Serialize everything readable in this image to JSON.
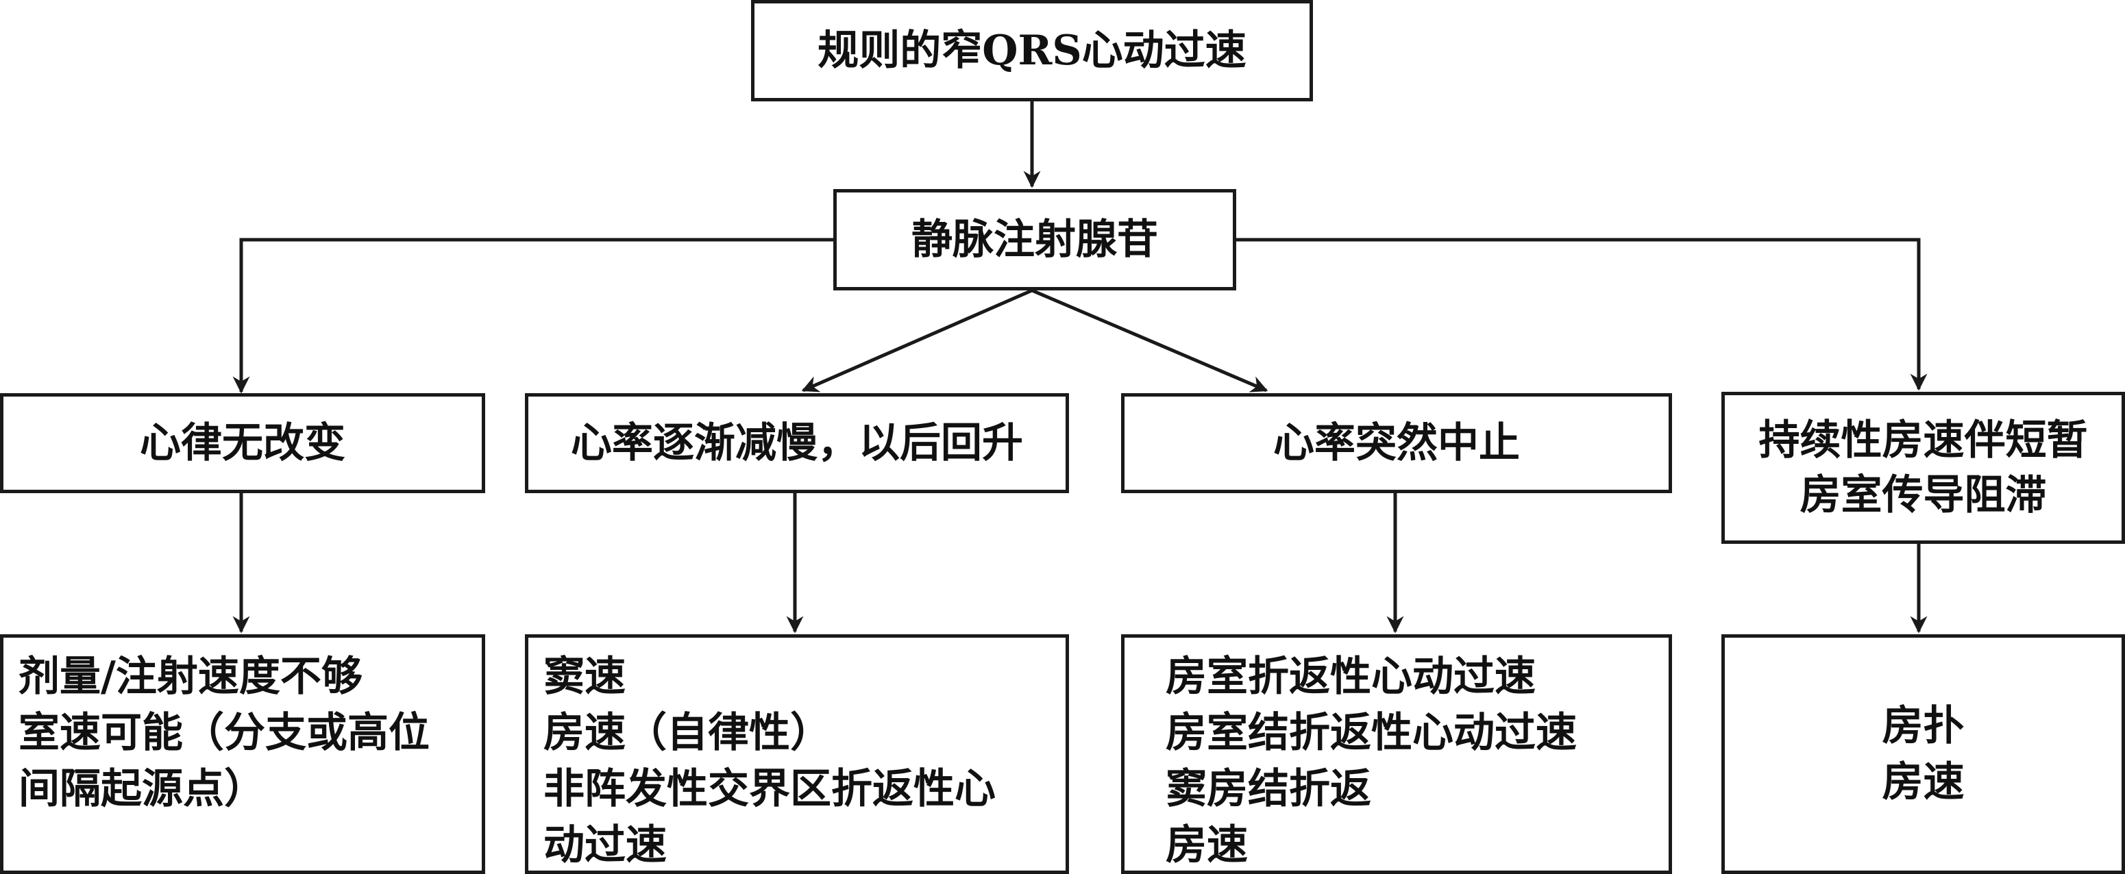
{
  "root": {
    "label": "规则的窄QRS心动过速"
  },
  "step": {
    "label": "静脉注射腺苷"
  },
  "responses": [
    {
      "label": "心律无改变",
      "diagnoses": [
        "剂量/注射速度不够",
        "室速可能（分支或高位",
        "间隔起源点）"
      ]
    },
    {
      "label": "心率逐渐减慢，以后回升",
      "diagnoses": [
        "窦速",
        "房速（自律性）",
        "非阵发性交界区折返性心",
        "动过速"
      ]
    },
    {
      "label": "心率突然中止",
      "diagnoses": [
        "房室折返性心动过速",
        "房室结折返性心动过速",
        "窦房结折返",
        "房速"
      ]
    },
    {
      "label_lines": [
        "持续性房速伴短暂",
        "房室传导阻滞"
      ],
      "diagnoses": [
        "房扑",
        "房速"
      ]
    }
  ],
  "colors": {
    "line": "#1a1a1a",
    "text": "#111111",
    "background": "#ffffff"
  }
}
